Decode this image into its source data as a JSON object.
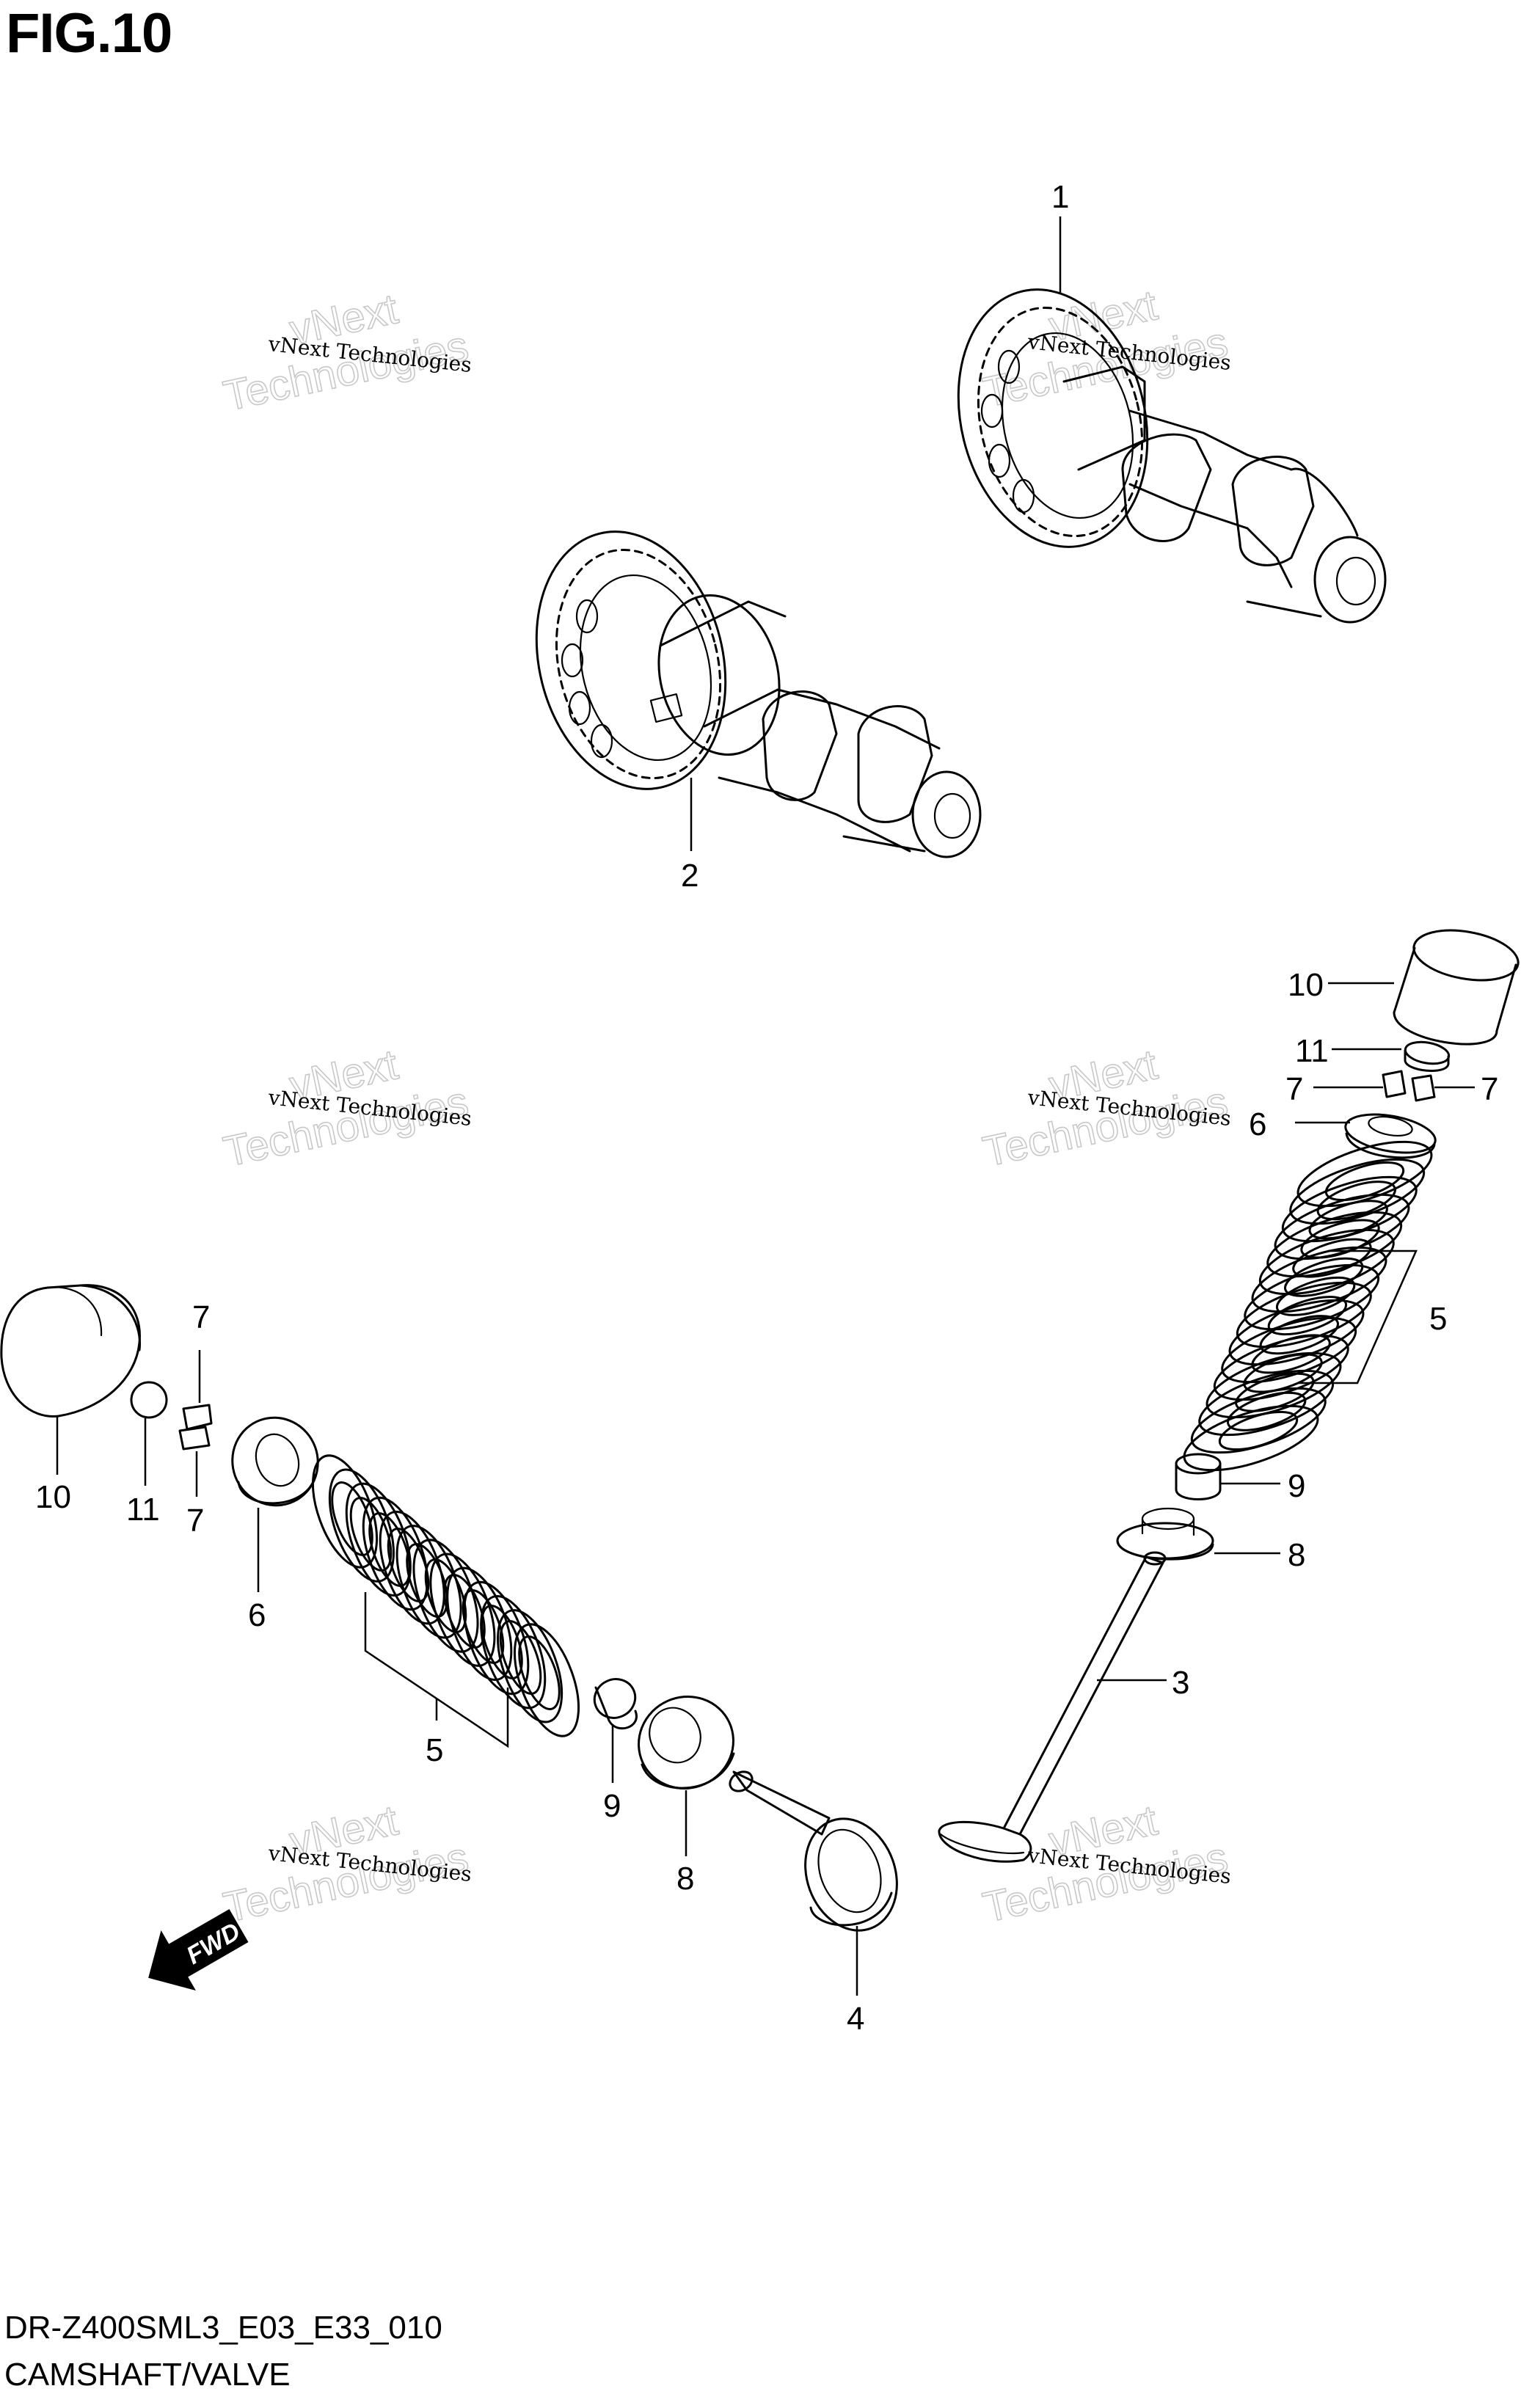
{
  "figure": {
    "title": "FIG.10",
    "code": "DR-Z400SML3_E03_E33_010",
    "caption": "CAMSHAFT/VALVE"
  },
  "fwd_label": "FWD",
  "watermark": {
    "small": "vNext Technologies",
    "big_line1": "vNext",
    "big_line2": "Technologies"
  },
  "callouts": {
    "c1": "1",
    "c2": "2",
    "c3": "3",
    "c4": "4",
    "c5_right": "5",
    "c5_left": "5",
    "c6_right": "6",
    "c6_left": "6",
    "c7_right_a": "7",
    "c7_right_b": "7",
    "c7_left_a": "7",
    "c7_left_b": "7",
    "c8_right": "8",
    "c8_left": "8",
    "c9_right": "9",
    "c9_left": "9",
    "c10_right": "10",
    "c10_left": "10",
    "c11_right": "11",
    "c11_left": "11"
  }
}
